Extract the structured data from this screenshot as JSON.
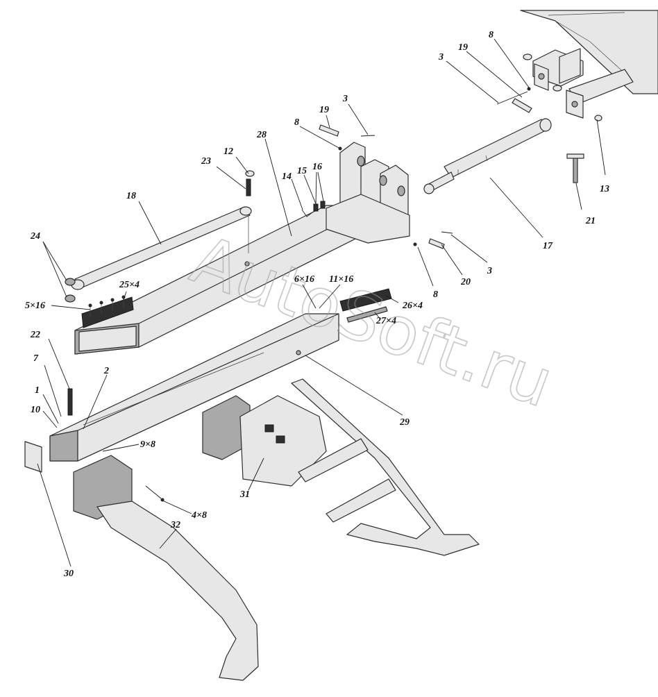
{
  "watermark": "AutoSoft.ru",
  "colors": {
    "part_fill": "#e7e7e7",
    "part_dark": "#a9a9a9",
    "outline": "#2d2d2d",
    "label": "#111111"
  },
  "callouts": {
    "c3a": "3",
    "c19a": "19",
    "c8a": "8",
    "c19b": "19",
    "c3b": "3",
    "c8b": "8",
    "c28": "28",
    "c23": "23",
    "c12": "12",
    "c14": "14",
    "c15": "15",
    "c16": "16",
    "c13": "13",
    "c21": "21",
    "c17": "17",
    "c18": "18",
    "c24": "24",
    "c3c": "3",
    "c20": "20",
    "c8c": "8",
    "c25x4": "25×4",
    "c5x16": "5×16",
    "c6x16": "6×16",
    "c11x16": "11×16",
    "c26x4": "26×4",
    "c27x4": "27×4",
    "c22": "22",
    "c7": "7",
    "c2": "2",
    "c1": "1",
    "c10": "10",
    "c29": "29",
    "c9x8": "9×8",
    "c31": "31",
    "c4x8": "4×8",
    "c32": "32",
    "c30": "30"
  }
}
